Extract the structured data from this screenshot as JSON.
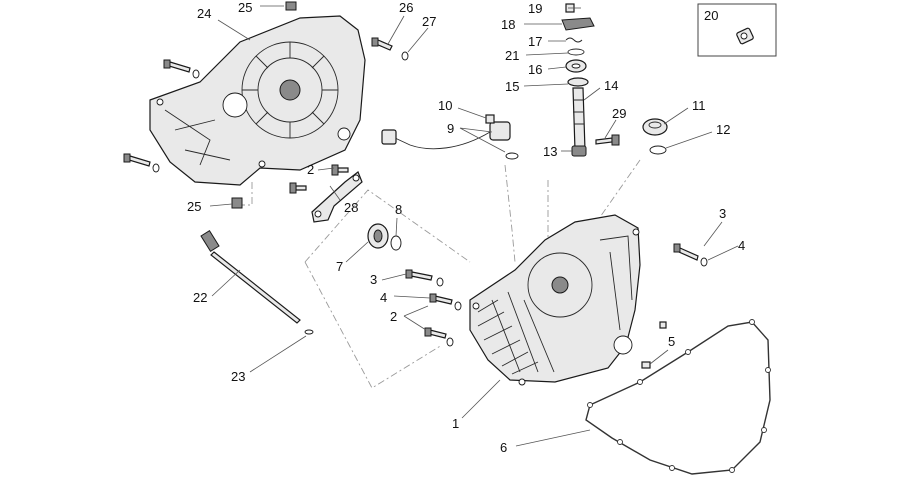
{
  "callouts": [
    {
      "id": "c1",
      "text": "1"
    },
    {
      "id": "c2a",
      "text": "2"
    },
    {
      "id": "c2b",
      "text": "2"
    },
    {
      "id": "c3a",
      "text": "3"
    },
    {
      "id": "c3b",
      "text": "3"
    },
    {
      "id": "c4a",
      "text": "4"
    },
    {
      "id": "c4b",
      "text": "4"
    },
    {
      "id": "c5",
      "text": "5"
    },
    {
      "id": "c6",
      "text": "6"
    },
    {
      "id": "c7",
      "text": "7"
    },
    {
      "id": "c8",
      "text": "8"
    },
    {
      "id": "c9",
      "text": "9"
    },
    {
      "id": "c10",
      "text": "10"
    },
    {
      "id": "c11",
      "text": "11"
    },
    {
      "id": "c12",
      "text": "12"
    },
    {
      "id": "c13",
      "text": "13"
    },
    {
      "id": "c14",
      "text": "14"
    },
    {
      "id": "c15",
      "text": "15"
    },
    {
      "id": "c16",
      "text": "16"
    },
    {
      "id": "c17",
      "text": "17"
    },
    {
      "id": "c18",
      "text": "18"
    },
    {
      "id": "c19",
      "text": "19"
    },
    {
      "id": "c20",
      "text": "20"
    },
    {
      "id": "c21",
      "text": "21"
    },
    {
      "id": "c22",
      "text": "22"
    },
    {
      "id": "c23",
      "text": "23"
    },
    {
      "id": "c24",
      "text": "24"
    },
    {
      "id": "c25a",
      "text": "25"
    },
    {
      "id": "c25b",
      "text": "25"
    },
    {
      "id": "c26",
      "text": "26"
    },
    {
      "id": "c27",
      "text": "27"
    },
    {
      "id": "c28",
      "text": "28"
    },
    {
      "id": "c29",
      "text": "29"
    }
  ]
}
